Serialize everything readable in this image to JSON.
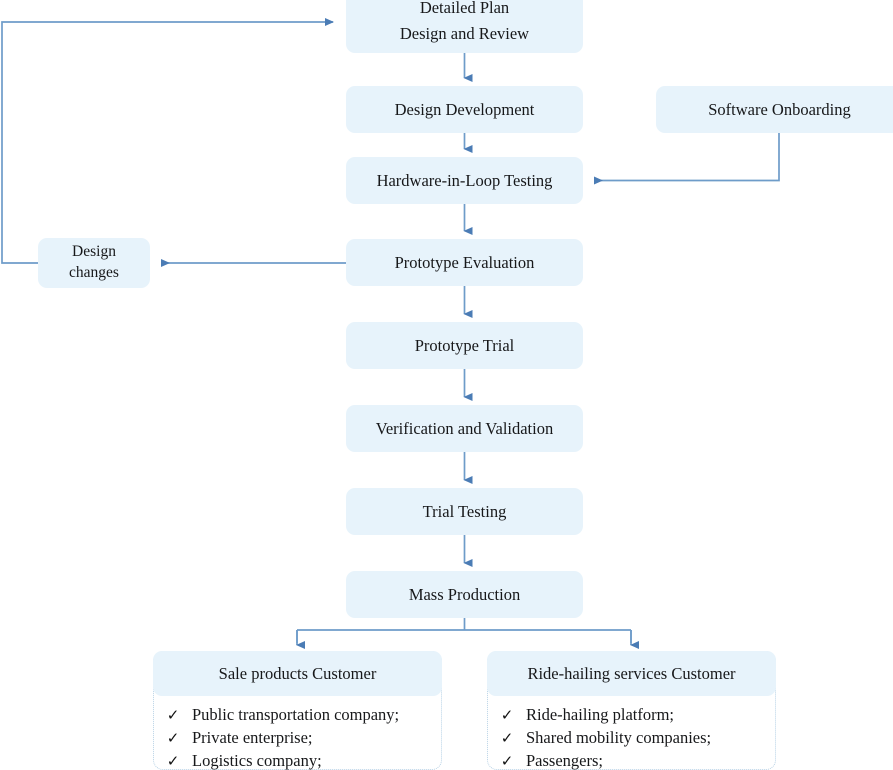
{
  "diagram": {
    "title": "Product development process flowchart",
    "colors": {
      "node_fill": "#e7f3fb",
      "edge": "#5b89bd",
      "card_border": "#b9d3e6",
      "text": "#17181a",
      "background": "#ffffff"
    },
    "nodes": {
      "detailed_plan": {
        "line1": "Detailed Plan",
        "line2": "Design and Review"
      },
      "design_development": {
        "label": "Design Development"
      },
      "hardware_in_loop_testing": {
        "label": "Hardware-in-Loop Testing"
      },
      "prototype_evaluation": {
        "label": "Prototype Evaluation"
      },
      "prototype_trial": {
        "label": "Prototype Trial"
      },
      "verification_and_validation": {
        "label": "Verification and Validation"
      },
      "trial_testing": {
        "label": "Trial Testing"
      },
      "mass_production": {
        "label": "Mass Production"
      },
      "design_changes": {
        "line1": "Design",
        "line2": "changes"
      },
      "software_onboarding": {
        "label": "Software Onboarding"
      }
    },
    "cards": [
      {
        "id": "sale-products-customer",
        "header": "Sale products Customer",
        "check_glyph": "✓",
        "items": [
          "Public transportation company;",
          "Private enterprise;",
          "Logistics company;"
        ]
      },
      {
        "id": "ride-hailing-services-customer",
        "header": "Ride-hailing services Customer",
        "check_glyph": "✓",
        "items": [
          "Ride-hailing platform;",
          "Shared mobility companies;",
          "Passengers;"
        ]
      }
    ],
    "edges": [
      {
        "from": "detailed_plan",
        "to": "design_development"
      },
      {
        "from": "design_development",
        "to": "hardware_in_loop_testing"
      },
      {
        "from": "hardware_in_loop_testing",
        "to": "prototype_evaluation"
      },
      {
        "from": "prototype_evaluation",
        "to": "prototype_trial"
      },
      {
        "from": "prototype_trial",
        "to": "verification_and_validation"
      },
      {
        "from": "verification_and_validation",
        "to": "trial_testing"
      },
      {
        "from": "trial_testing",
        "to": "mass_production"
      },
      {
        "from": "mass_production",
        "to": "sale-products-customer"
      },
      {
        "from": "mass_production",
        "to": "ride-hailing-services-customer"
      },
      {
        "from": "software_onboarding",
        "to": "hardware_in_loop_testing"
      },
      {
        "from": "prototype_evaluation",
        "to": "design_changes"
      },
      {
        "from": "design_changes",
        "to": "detailed_plan"
      }
    ]
  }
}
